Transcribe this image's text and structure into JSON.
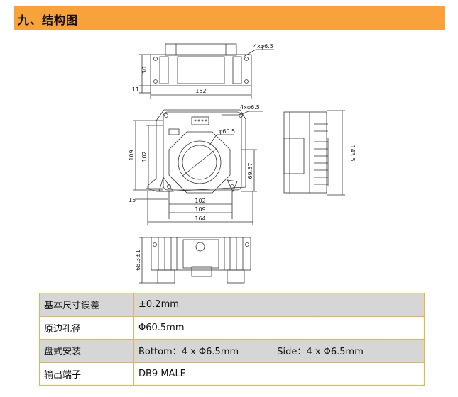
{
  "section": {
    "title": "九、结构图"
  },
  "drawing": {
    "top_view": {
      "holes": "4xφ6.5",
      "height": "30",
      "flange": "11",
      "width": "152"
    },
    "front_view": {
      "holes": "4xφ6.5",
      "aperture": "φ60.5",
      "outer_height": "109",
      "inner_height": "102",
      "center_height": "69.57",
      "base": "15",
      "inner_width": "102",
      "mid_width": "109",
      "overall_width": "164"
    },
    "side_view": {
      "height": "143.5"
    },
    "bottom_view": {
      "height": "68.3±1"
    }
  },
  "specs": [
    {
      "key": "基本尺寸误差",
      "value": "±0.2mm"
    },
    {
      "key": "原边孔径",
      "value": "Φ60.5mm"
    },
    {
      "key": "盘式安装",
      "value": "Bottom：4 x Φ6.5mm",
      "value2": "Side：4 x Φ6.5mm"
    },
    {
      "key": "输出端子",
      "value": "DB9 MALE"
    }
  ]
}
